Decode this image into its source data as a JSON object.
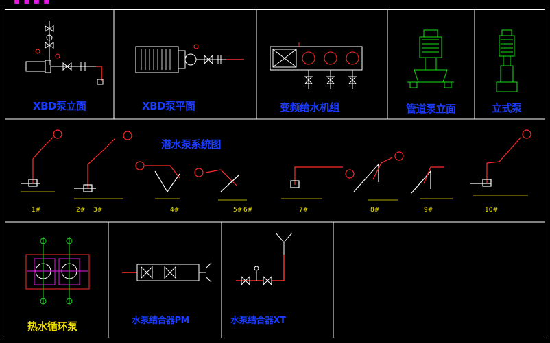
{
  "labels": {
    "xbd_elevation": "XBD泵立面",
    "xbd_plan": "XBD泵平面",
    "vfd_supply": "变频给水机组",
    "pipeline_elevation": "管道泵立面",
    "vertical_pump": "立式泵",
    "submersible_system": "潜水泵系统图",
    "hot_water_pump": "热水循环泵",
    "adapter_pm": "水泵结合器PM",
    "adapter_xt": "水泵结合器XT"
  },
  "submersible_units": [
    "1#",
    "2#",
    "3#",
    "4#",
    "5#",
    "6#",
    "7#",
    "8#",
    "9#",
    "10#"
  ],
  "colors": {
    "frame": "#ffffff",
    "label_blue": "#1a3cff",
    "label_yellow": "#f2e200",
    "pipe_red": "#ff2a2a",
    "pump_green": "#16e016",
    "magenta": "#e01ae0"
  }
}
